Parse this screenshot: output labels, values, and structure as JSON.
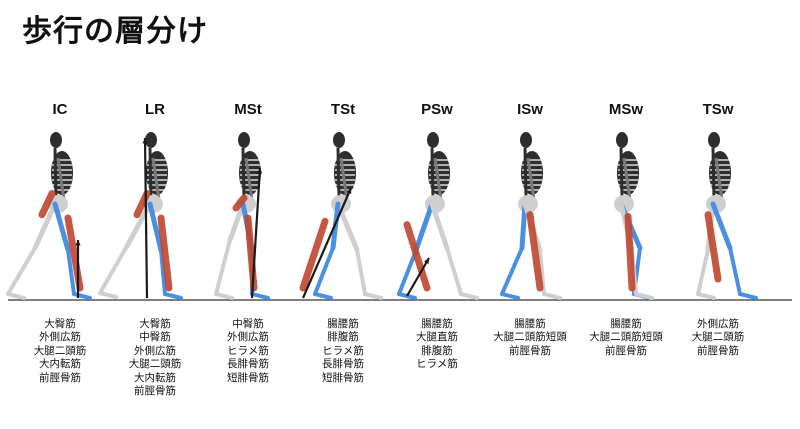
{
  "title": "歩行の層分け",
  "phases": [
    {
      "label": "IC",
      "muscles": [
        "大臀筋",
        "外側広筋",
        "大腿二頭筋",
        "大内転筋",
        "前脛骨筋"
      ]
    },
    {
      "label": "LR",
      "muscles": [
        "大臀筋",
        "中臀筋",
        "外側広筋",
        "大腿二頭筋",
        "大内転筋",
        "前脛骨筋"
      ]
    },
    {
      "label": "MSt",
      "muscles": [
        "中臀筋",
        "外側広筋",
        "ヒラメ筋",
        "長腓骨筋",
        "短腓骨筋"
      ]
    },
    {
      "label": "TSt",
      "muscles": [
        "腸腰筋",
        "腓腹筋",
        "ヒラメ筋",
        "長腓骨筋",
        "短腓骨筋"
      ]
    },
    {
      "label": "PSw",
      "muscles": [
        "腸腰筋",
        "大腿直筋",
        "腓腹筋",
        "ヒラメ筋"
      ]
    },
    {
      "label": "ISw",
      "muscles": [
        "腸腰筋",
        "大腿二頭筋短頭",
        "前脛骨筋"
      ]
    },
    {
      "label": "MSw",
      "muscles": [
        "腸腰筋",
        "大腿二頭筋短頭",
        "前脛骨筋"
      ]
    },
    {
      "label": "TSw",
      "muscles": [
        "外側広筋",
        "大腿二頭筋",
        "前脛骨筋"
      ]
    }
  ],
  "colors": {
    "bone": "#cfcfcf",
    "bone_dark": "#2e2e2e",
    "muscle": "#c0452e",
    "active_limb": "#4a90e2",
    "ground": "#333333",
    "arrow": "#1a1a1a"
  }
}
